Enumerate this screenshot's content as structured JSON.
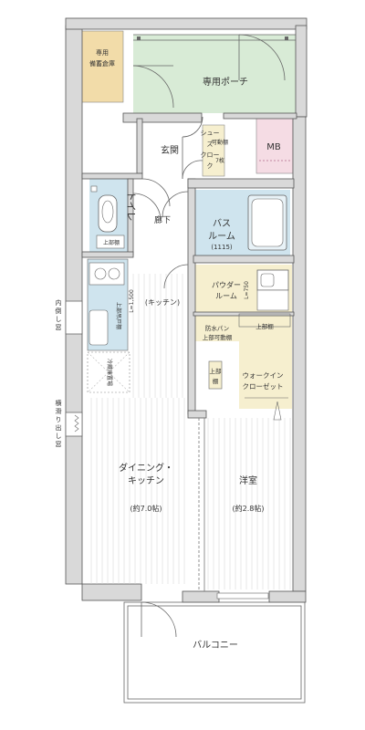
{
  "rooms": {
    "storage": [
      "専用",
      "備蓄倉庫"
    ],
    "porch": "専用ポーチ",
    "mb": "MB",
    "entrance": "玄関",
    "shoe_closet": [
      "シュー",
      "ズ",
      "クロー",
      "ク"
    ],
    "shelves": [
      "可動棚",
      "7枚"
    ],
    "toilet": "トイレ",
    "upper_shelf_toilet": "上部棚",
    "hall": "廊下",
    "bath": [
      "バス",
      "ルーム",
      "(1115)"
    ],
    "kitchen_label": "(キッチン)",
    "kitchen_l": "L=1,500",
    "kitchen_upper": "上部吊戸棚",
    "fridge": "冷蔵庫置場",
    "powder": [
      "パウダー",
      "ルーム"
    ],
    "powder_l": "L=750",
    "washpan": [
      "防水パン",
      "上部可動棚"
    ],
    "upper_shelf_wic": "上部棚",
    "upper_shelf_side": [
      "上部",
      "棚"
    ],
    "wic": [
      "ウォークイン",
      "クローゼット"
    ],
    "dining": [
      "ダイニング・",
      "キッチン"
    ],
    "dining_size": "(約7.0帖)",
    "western": "洋室",
    "western_size": "(約2.8帖)",
    "balcony": "バルコニー"
  },
  "windows": {
    "inward": [
      "内",
      "倒",
      "し",
      "窓"
    ],
    "sliding": [
      "横",
      "滑",
      "り",
      "出",
      "し",
      "窓"
    ]
  },
  "colors": {
    "porch_fill": "#d8ebd6",
    "storage_fill": "#f2dca9",
    "mb_fill": "#f5dce4",
    "bath_fill": "#cfe4ee",
    "toilet_fill": "#cfe4ee",
    "yellow_fill": "#f6efcf",
    "wall": "#d9d9d9"
  }
}
